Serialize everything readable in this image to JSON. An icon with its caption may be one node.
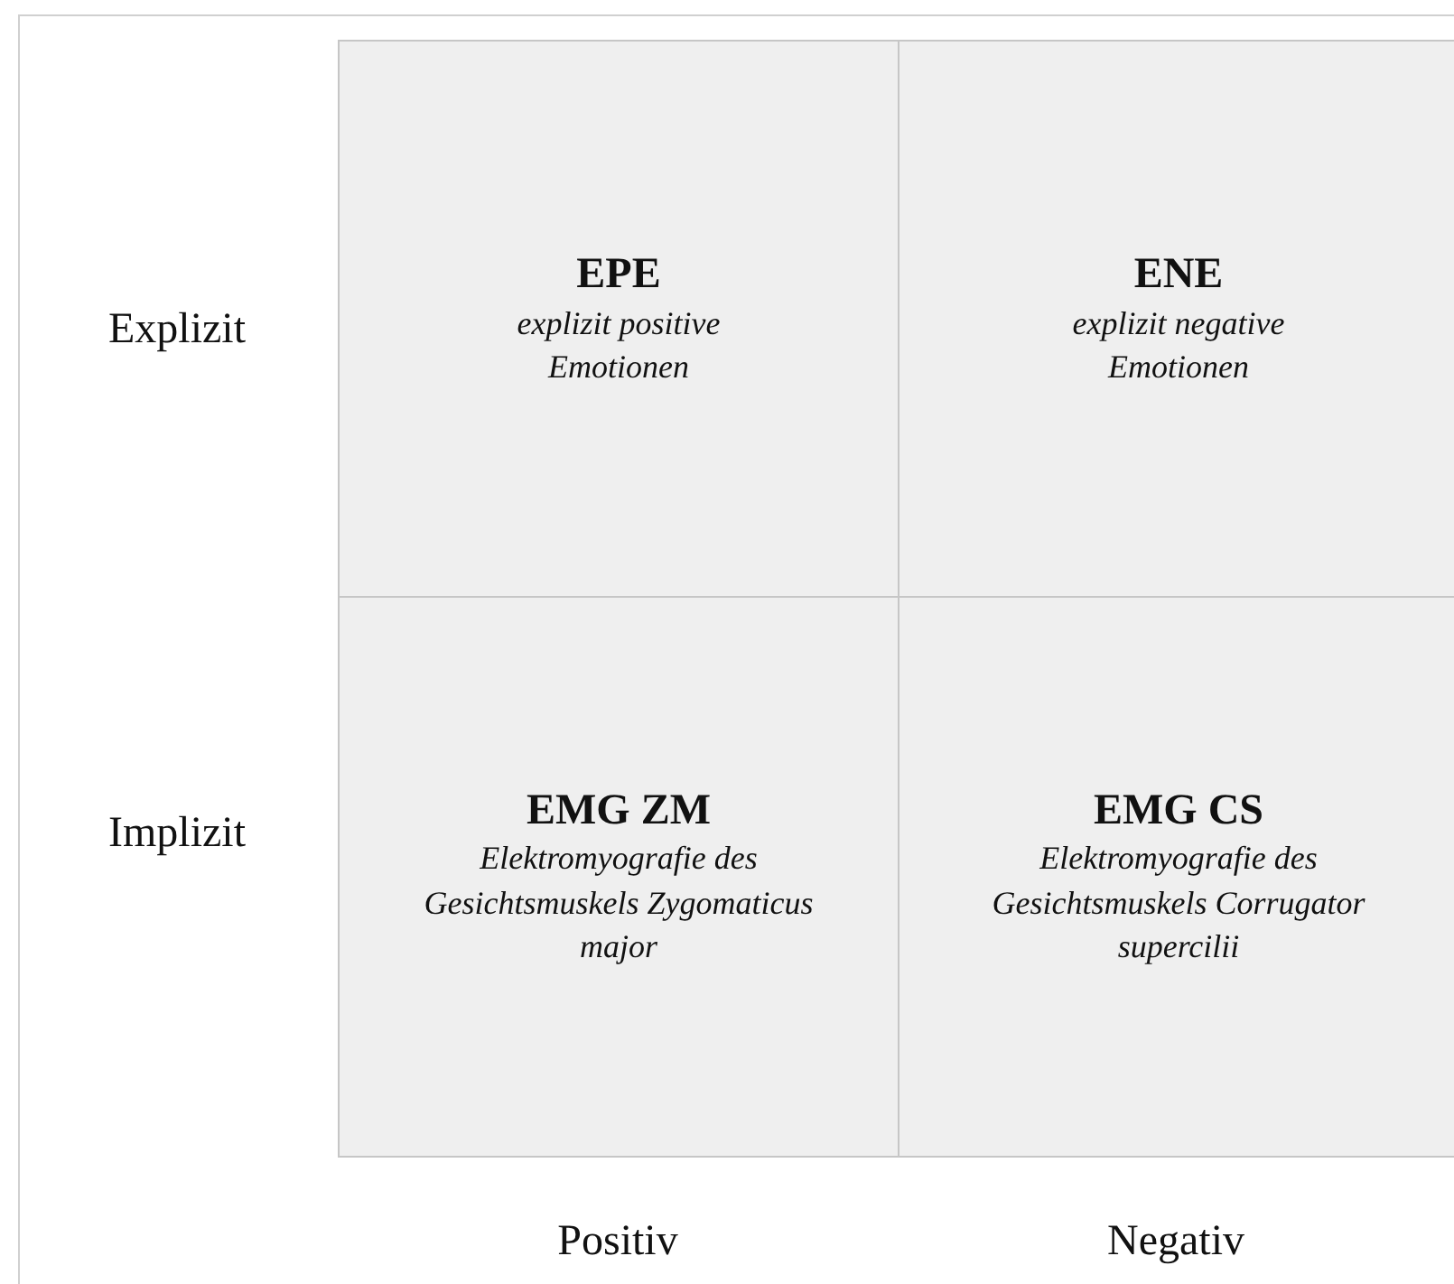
{
  "diagram": {
    "nodes": [
      {
        "text": [
          "EPE",
          "explizit positive Emotionen"
        ]
      },
      {
        "text": [
          "ENE",
          "explizit negative Emotionen"
        ]
      },
      {
        "text": [
          "EMG ZM",
          "Elektromyografie des Gesichtsmuskels Zygomaticus major"
        ]
      },
      {
        "text": [
          "EMG CS",
          "Elektromyografie des Gesichtsmuskels Corrugator supercilii"
        ]
      }
    ],
    "labels": [
      "Explizit",
      "Implizit",
      "Positiv",
      "Negativ"
    ]
  }
}
